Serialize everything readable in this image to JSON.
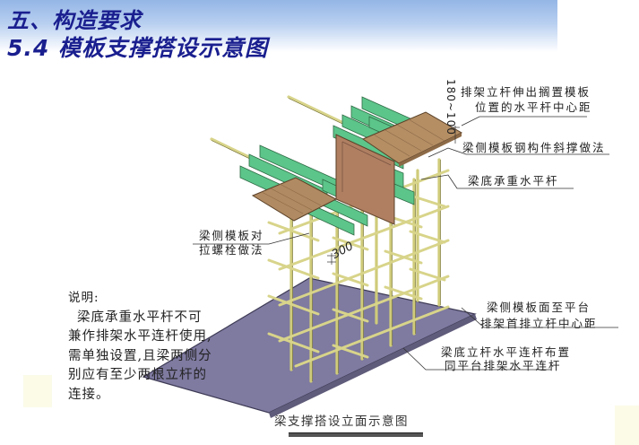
{
  "header": {
    "title_line1": "五、构造要求",
    "title_line2": "5.4 模板支撑搭设示意图"
  },
  "diagram": {
    "labels": {
      "top_right_1": "排架立杆伸出搁置模板",
      "top_right_2": "位置的水平杆中心距",
      "dimension_rotated": "180~100",
      "side_brace": "梁侧模板钢构件斜撑做法",
      "beam_bottom_bar": "梁底承重水平杆",
      "left_bolt_1": "梁侧模板对",
      "left_bolt_2": "拉螺栓做法",
      "dimension_300": "300",
      "side_to_platform_1": "梁侧模板面至平台",
      "side_to_platform_2": "排架首排立杆中心距",
      "tie_bar_1": "梁底立杆水平连杆布置",
      "tie_bar_2": "同平台排架水平连杆"
    },
    "colors": {
      "formwork_wood": "#b08a62",
      "green_beams": "#5cc58a",
      "scaffold_poles": "#d8d48a",
      "platform": "#7e7aa0"
    }
  },
  "note": {
    "heading": "说明:",
    "lines": [
      "  梁底承重水平杆不可",
      "兼作排架水平连杆使用,",
      "需单独设置,且梁两侧分",
      "别应有至少两根立杆的",
      "连接。"
    ]
  },
  "caption": "梁支撑搭设立面示意图"
}
